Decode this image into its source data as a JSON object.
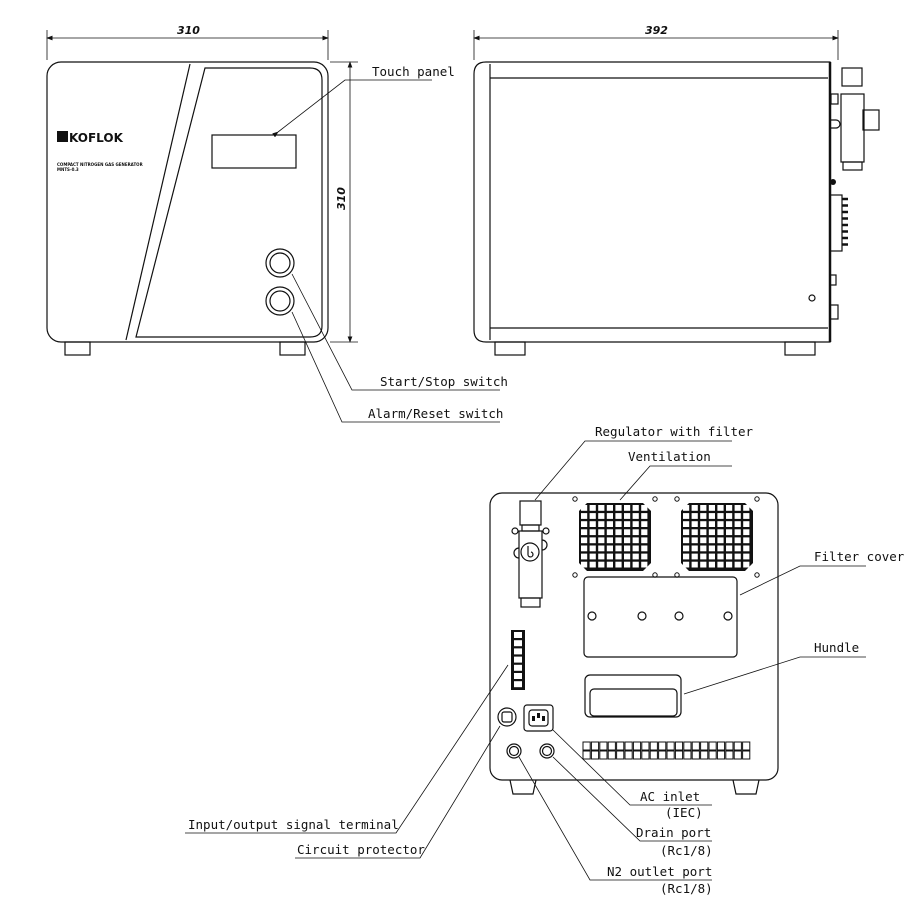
{
  "front_view": {
    "width_dim": "310",
    "height_dim": "310",
    "logo": "KOFLOK",
    "product_line1": "COMPACT NITROGEN GAS GENERATOR",
    "product_line2": "MNTS-0.3",
    "labels": {
      "touch_panel": "Touch panel",
      "start_stop": "Start/Stop switch",
      "alarm_reset": "Alarm/Reset switch"
    }
  },
  "side_view": {
    "depth_dim": "392"
  },
  "rear_view": {
    "labels": {
      "regulator": "Regulator with filter",
      "ventilation": "Ventilation",
      "filter_cover": "Filter cover",
      "handle": "Hundle",
      "ac_inlet": "AC inlet",
      "ac_inlet_sub": "(IEC)",
      "drain_port": "Drain port",
      "drain_port_sub": "(Rc1/8)",
      "n2_outlet": "N2 outlet port",
      "n2_outlet_sub": "(Rc1/8)",
      "io_terminal": "Input/output signal terminal",
      "circuit_protector": "Circuit protector"
    }
  }
}
